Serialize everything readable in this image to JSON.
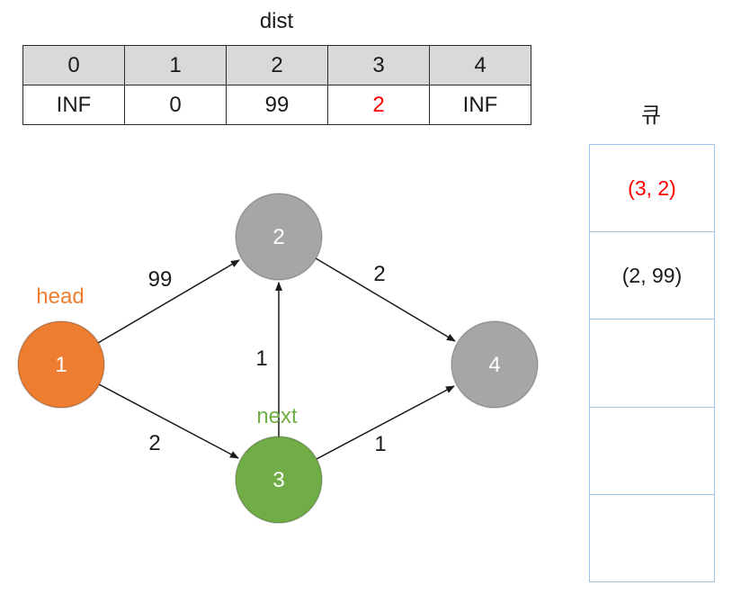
{
  "dist_table": {
    "title": "dist",
    "headers": [
      "0",
      "1",
      "2",
      "3",
      "4"
    ],
    "values": [
      {
        "text": "INF",
        "color": "#1a1a1a"
      },
      {
        "text": "0",
        "color": "#1a1a1a"
      },
      {
        "text": "99",
        "color": "#1a1a1a"
      },
      {
        "text": "2",
        "color": "#ff0000"
      },
      {
        "text": "INF",
        "color": "#1a1a1a"
      }
    ]
  },
  "queue": {
    "title": "큐",
    "border_color": "#9dc3e6",
    "cells": [
      {
        "text": "(3, 2)",
        "color": "#ff0000"
      },
      {
        "text": "(2, 99)",
        "color": "#1a1a1a"
      },
      {
        "text": "",
        "color": "#1a1a1a"
      },
      {
        "text": "",
        "color": "#1a1a1a"
      },
      {
        "text": "",
        "color": "#1a1a1a"
      }
    ]
  },
  "graph": {
    "nodes": [
      {
        "id": "1",
        "label": "1",
        "color": "#ed7d31",
        "tag": "head",
        "tag_color": "#ed7d31"
      },
      {
        "id": "2",
        "label": "2",
        "color": "#a6a6a6",
        "tag": "",
        "tag_color": ""
      },
      {
        "id": "3",
        "label": "3",
        "color": "#70ad47",
        "tag": "next",
        "tag_color": "#70ad47"
      },
      {
        "id": "4",
        "label": "4",
        "color": "#a6a6a6",
        "tag": "",
        "tag_color": ""
      }
    ],
    "edges": [
      {
        "from": "1",
        "to": "2",
        "weight": "99"
      },
      {
        "from": "2",
        "to": "4",
        "weight": "2"
      },
      {
        "from": "1",
        "to": "3",
        "weight": "2"
      },
      {
        "from": "3",
        "to": "2",
        "weight": "1"
      },
      {
        "from": "3",
        "to": "4",
        "weight": "1"
      }
    ]
  }
}
